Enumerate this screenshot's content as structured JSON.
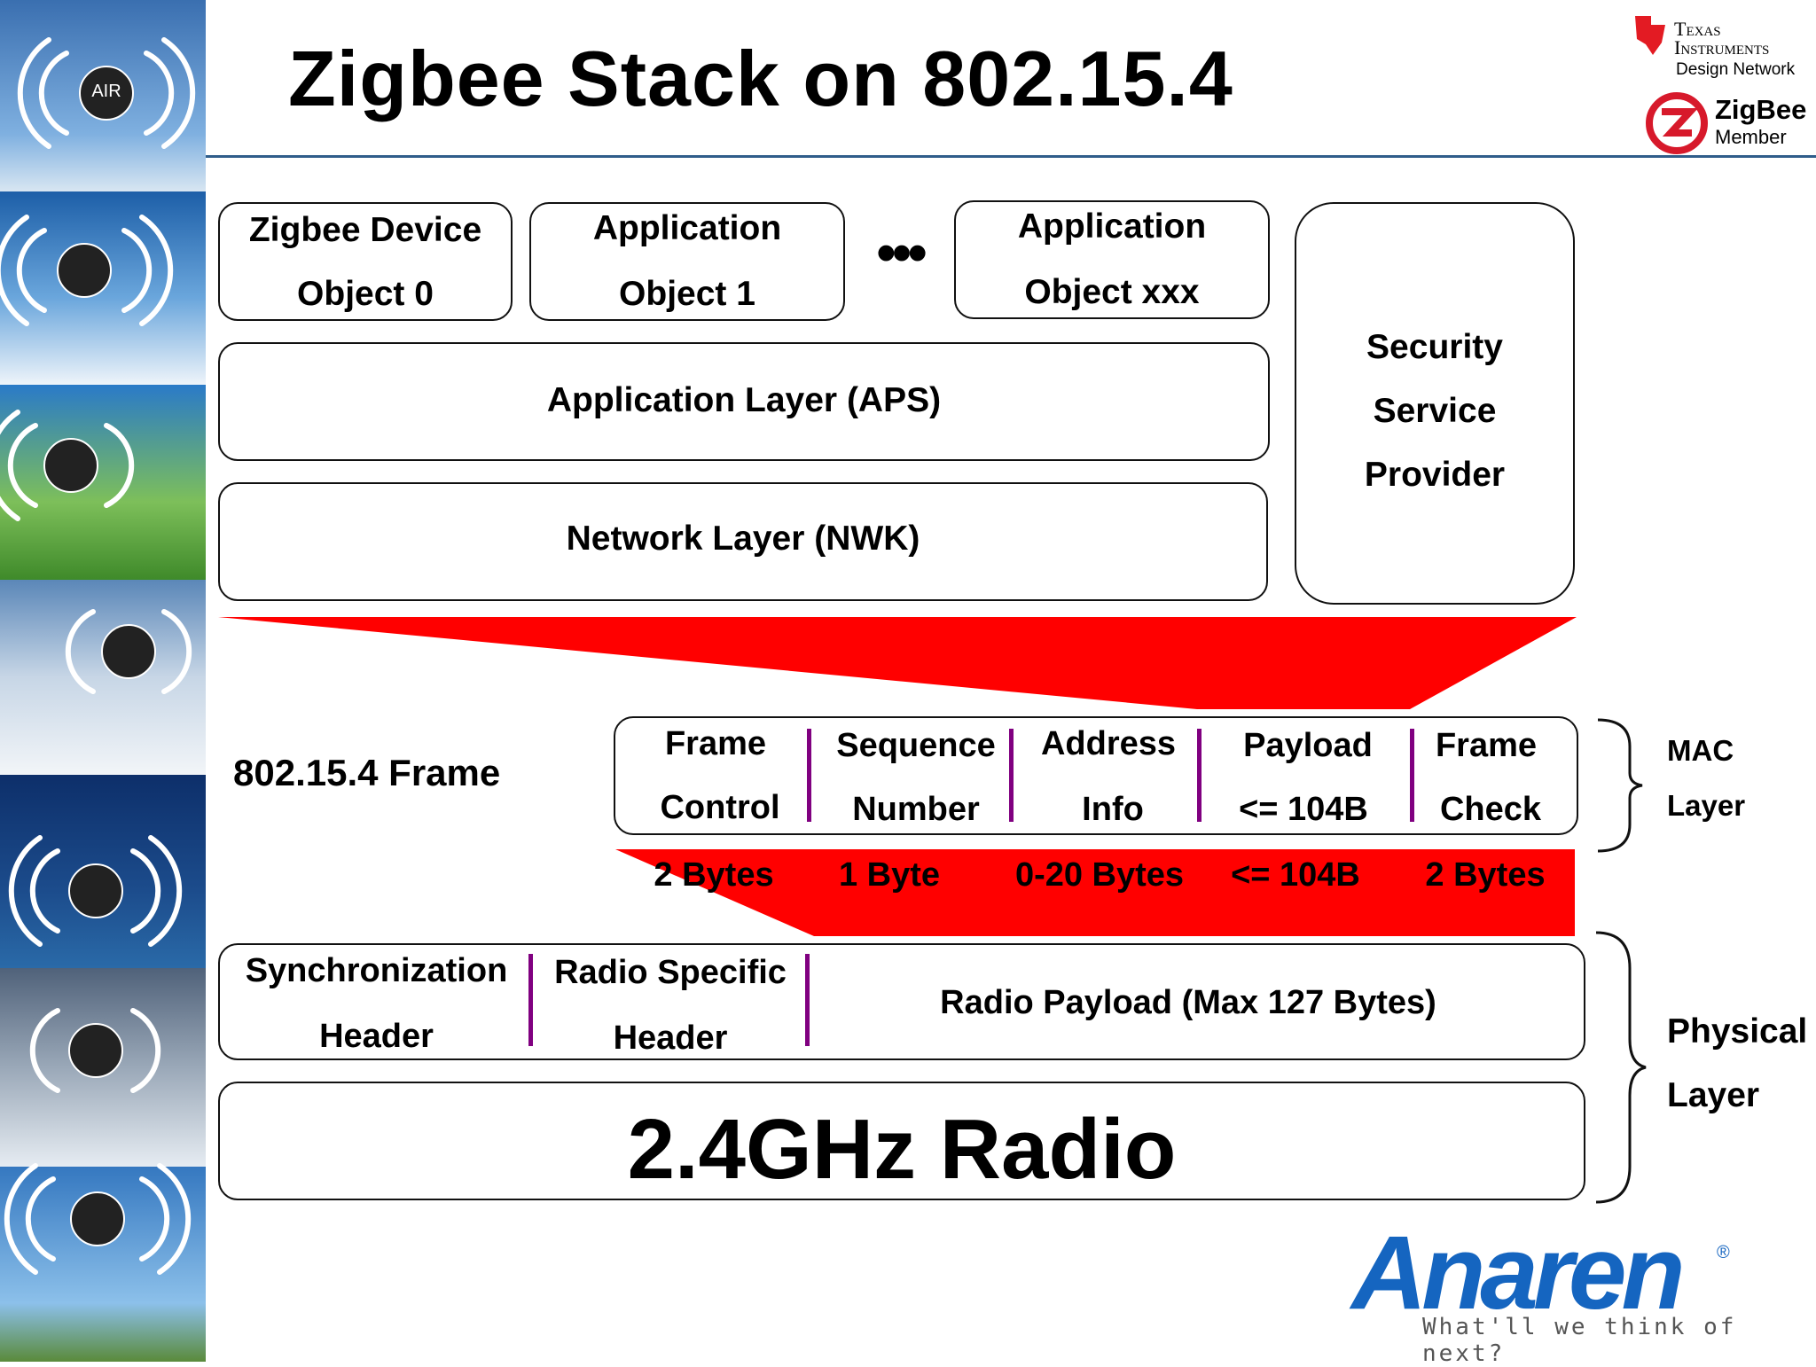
{
  "title": "Zigbee Stack on 802.15.4",
  "logos": {
    "ti_line1": "Texas",
    "ti_line2": "Instruments",
    "ti_line3": "Design Network",
    "zigbee_name": "ZigBee",
    "zigbee_member": "Member",
    "anaren_name": "Anaren",
    "anaren_tagline": "What'll we think of next?",
    "air_label": "AIR"
  },
  "stack": {
    "zdo": [
      "Zigbee Device",
      "Object 0"
    ],
    "app1": [
      "Application",
      "Object 1"
    ],
    "ellipsis": "•••",
    "appxxx": [
      "Application",
      "Object xxx"
    ],
    "aps": "Application Layer (APS)",
    "nwk": "Network Layer (NWK)",
    "security": [
      "Security",
      "Service",
      "Provider"
    ]
  },
  "frame": {
    "label": "802.15.4 Frame",
    "fields": [
      {
        "l1": "Frame",
        "l2": "Control",
        "size": "2 Bytes"
      },
      {
        "l1": "Sequence",
        "l2": "Number",
        "size": "1 Byte"
      },
      {
        "l1": "Address",
        "l2": "Info",
        "size": "0-20 Bytes"
      },
      {
        "l1": "Payload",
        "l2": "<= 104B",
        "size": "<= 104B"
      },
      {
        "l1": "Frame",
        "l2": "Check",
        "size": "2 Bytes"
      }
    ]
  },
  "phy": {
    "sync": [
      "Synchronization",
      "Header"
    ],
    "radio_header": [
      "Radio Specific",
      "Header"
    ],
    "payload": "Radio Payload (Max 127 Bytes)",
    "radio": "2.4GHz Radio"
  },
  "layers": {
    "mac": [
      "MAC",
      "Layer"
    ],
    "physical": [
      "Physical",
      "Layer"
    ]
  },
  "colors": {
    "accent_red": "#ff0000",
    "separator_purple": "#800080",
    "anaren_blue": "#1565c0",
    "sidebar_blue": "#1f4f86"
  }
}
